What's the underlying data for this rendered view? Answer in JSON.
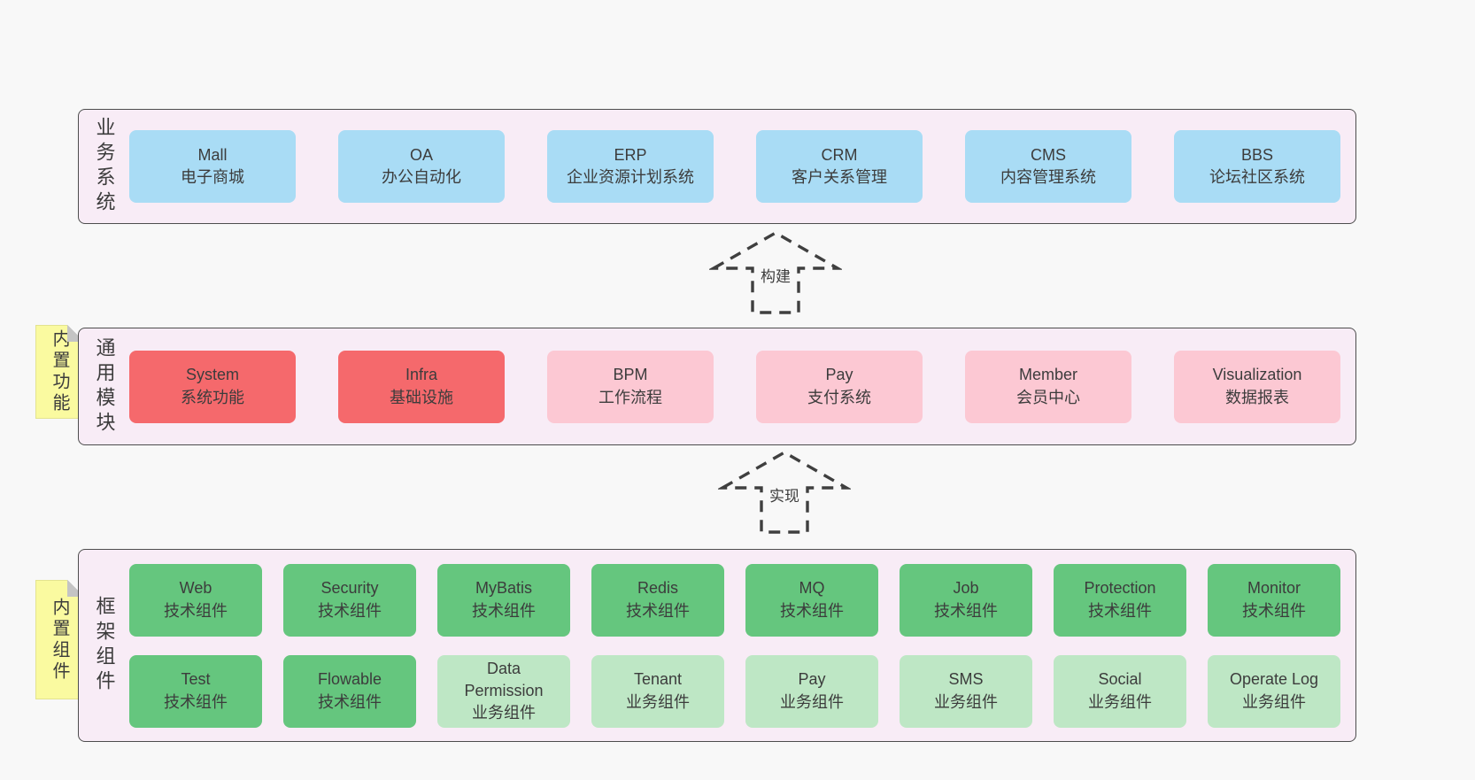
{
  "palette": {
    "page-bg": "#f8f8f8",
    "band-bg": "#f8ecf6",
    "band-border": "#4d4d4d",
    "sticky-bg": "#fafaa0",
    "sticky-border": "#e3e390",
    "sticky-fold": "#c4c4c4",
    "text": "#3c3c3c",
    "arrow-stroke": "#3f3f3f",
    "blue": "#a9dcf5",
    "red": "#f5696c",
    "pink": "#fcc8d3",
    "green": "#65c67e",
    "light-green": "#bee7c5"
  },
  "bands": [
    {
      "label": "业务系统",
      "boxes": [
        {
          "name": "Mall",
          "desc": "电子商城",
          "variant": "blue"
        },
        {
          "name": "OA",
          "desc": "办公自动化",
          "variant": "blue"
        },
        {
          "name": "ERP",
          "desc": "企业资源计划系统",
          "variant": "blue"
        },
        {
          "name": "CRM",
          "desc": "客户关系管理",
          "variant": "blue"
        },
        {
          "name": "CMS",
          "desc": "内容管理系统",
          "variant": "blue"
        },
        {
          "name": "BBS",
          "desc": "论坛社区系统",
          "variant": "blue"
        }
      ]
    },
    {
      "label": "通用模块",
      "sticky": "内置功能",
      "boxes": [
        {
          "name": "System",
          "desc": "系统功能",
          "variant": "red"
        },
        {
          "name": "Infra",
          "desc": "基础设施",
          "variant": "red"
        },
        {
          "name": "BPM",
          "desc": "工作流程",
          "variant": "pink"
        },
        {
          "name": "Pay",
          "desc": "支付系统",
          "variant": "pink"
        },
        {
          "name": "Member",
          "desc": "会员中心",
          "variant": "pink"
        },
        {
          "name": "Visualization",
          "desc": "数据报表",
          "variant": "pink"
        }
      ]
    },
    {
      "label": "框架组件",
      "sticky": "内置组件",
      "rows": [
        [
          {
            "name": "Web",
            "desc": "技术组件",
            "variant": "green"
          },
          {
            "name": "Security",
            "desc": "技术组件",
            "variant": "green"
          },
          {
            "name": "MyBatis",
            "desc": "技术组件",
            "variant": "green"
          },
          {
            "name": "Redis",
            "desc": "技术组件",
            "variant": "green"
          },
          {
            "name": "MQ",
            "desc": "技术组件",
            "variant": "green"
          },
          {
            "name": "Job",
            "desc": "技术组件",
            "variant": "green"
          },
          {
            "name": "Protection",
            "desc": "技术组件",
            "variant": "green"
          },
          {
            "name": "Monitor",
            "desc": "技术组件",
            "variant": "green"
          }
        ],
        [
          {
            "name": "Test",
            "desc": "技术组件",
            "variant": "green"
          },
          {
            "name": "Flowable",
            "desc": "技术组件",
            "variant": "green"
          },
          {
            "name": "Data Permission",
            "desc": "业务组件",
            "variant": "light-green"
          },
          {
            "name": "Tenant",
            "desc": "业务组件",
            "variant": "light-green"
          },
          {
            "name": "Pay",
            "desc": "业务组件",
            "variant": "light-green"
          },
          {
            "name": "SMS",
            "desc": "业务组件",
            "variant": "light-green"
          },
          {
            "name": "Social",
            "desc": "业务组件",
            "variant": "light-green"
          },
          {
            "name": "Operate Log",
            "desc": "业务组件",
            "variant": "light-green"
          }
        ]
      ]
    }
  ],
  "arrows": [
    {
      "label": "构建"
    },
    {
      "label": "实现"
    }
  ]
}
